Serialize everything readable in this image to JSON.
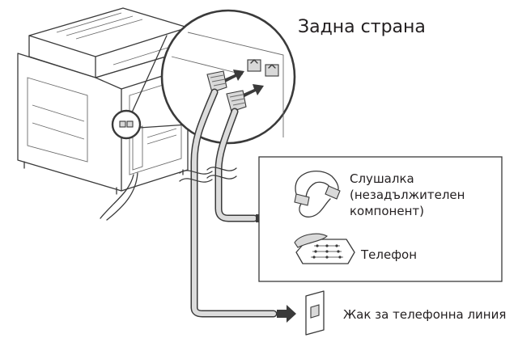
{
  "diagram": {
    "title": "Задна страна",
    "handset_label_line1": "Слушалка",
    "handset_label_line2": "(незадължителен",
    "handset_label_line3": "компонент)",
    "telephone_label": "Телефон",
    "jack_label": "Жак за телефонна линия"
  }
}
